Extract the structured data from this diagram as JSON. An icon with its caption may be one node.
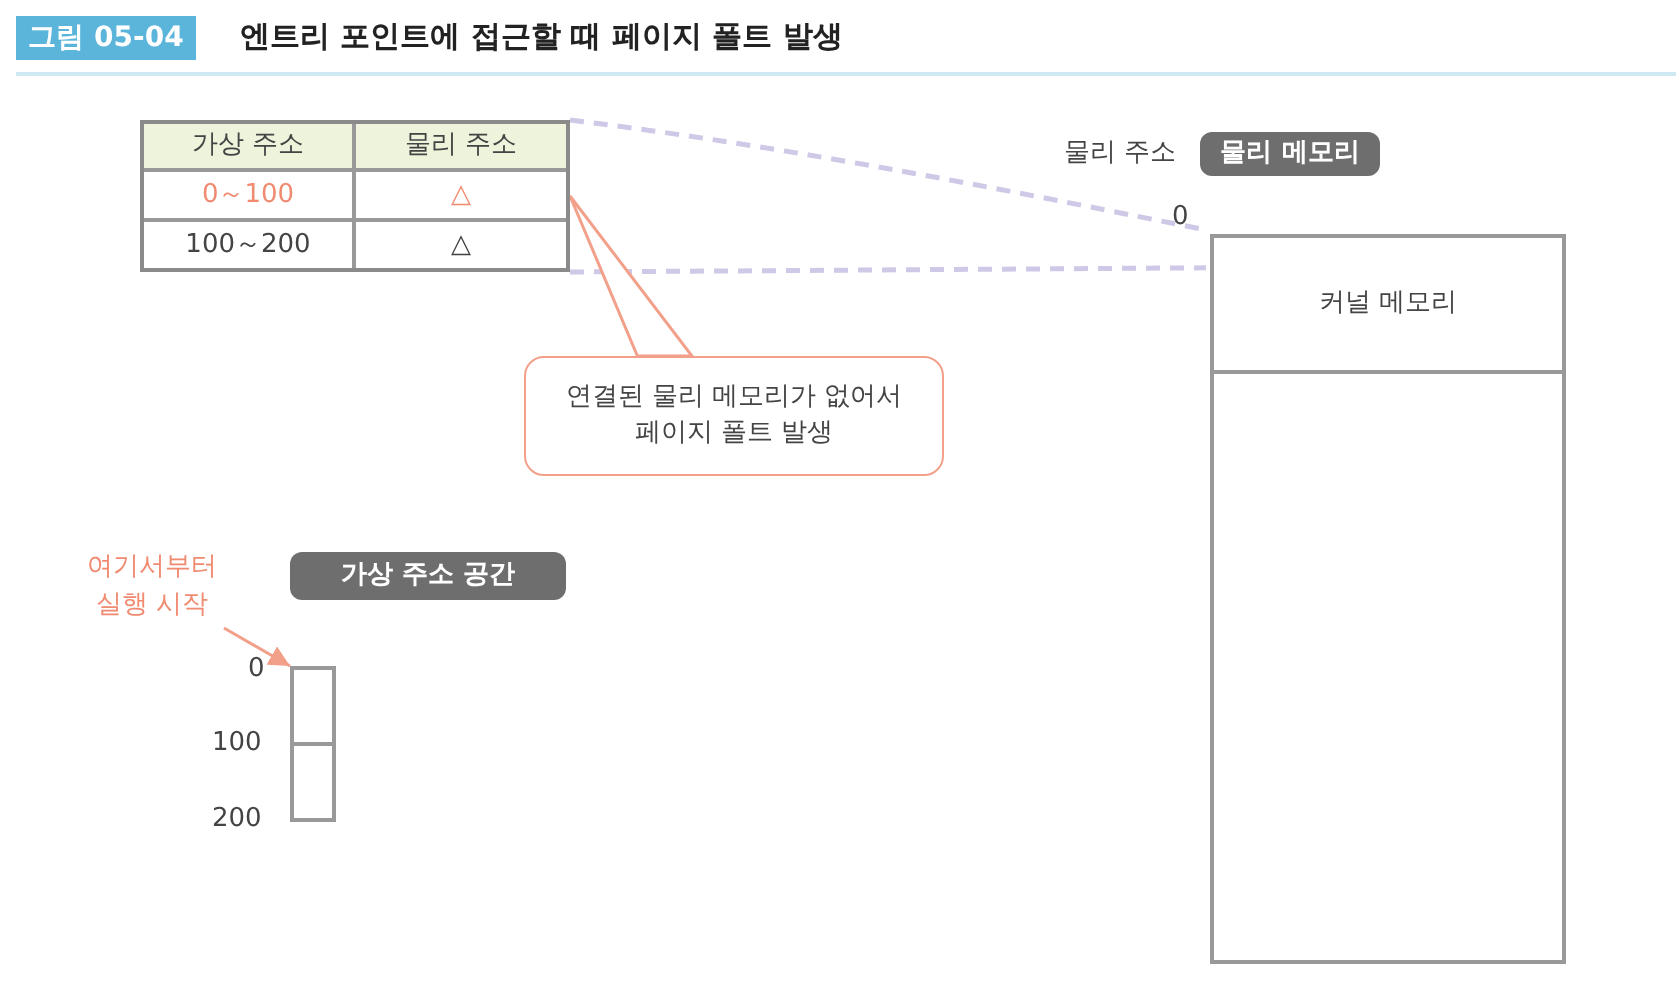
{
  "diagram": {
    "title": "엔트리 포인트에 접근할 때 페이지 폴트 발생",
    "nodes": [
      {
        "text": [],
        "shape": "table"
      },
      {
        "text": [
          "물리 메모리"
        ]
      },
      {
        "text": [],
        "shape": "box"
      },
      {
        "text": [
          "커널 메모리"
        ],
        "in": 2
      },
      {
        "text": [
          "연결된 물리 메모리가 없어서 페이지 폴트 발생"
        ]
      },
      {
        "text": [
          "여기서부터 실행 시작"
        ]
      },
      {
        "text": [
          "가상 주소 공간"
        ]
      },
      {
        "text": [],
        "shape": "box"
      },
      {
        "text": [],
        "shape": "box"
      }
    ],
    "edges": [
      {
        "from": 0,
        "to": 3,
        "arrow": "none",
        "style": "dashed",
        "color": "#cfc8e6"
      },
      {
        "from": 0,
        "to": 3,
        "arrow": "none",
        "style": "dashed",
        "color": "#cfc8e6"
      },
      {
        "from": 4,
        "to": 0,
        "arrow": "none",
        "color": "#f2a08a"
      },
      {
        "from": 5,
        "to": 7,
        "arrow": "to",
        "color": "#f2a08a"
      }
    ],
    "labels": [
      "그림 05-04",
      "가상 주소",
      "물리 주소",
      "0～100",
      "△",
      "100～200",
      "△",
      "물리 주소",
      "0",
      "0",
      "100",
      "200"
    ]
  }
}
